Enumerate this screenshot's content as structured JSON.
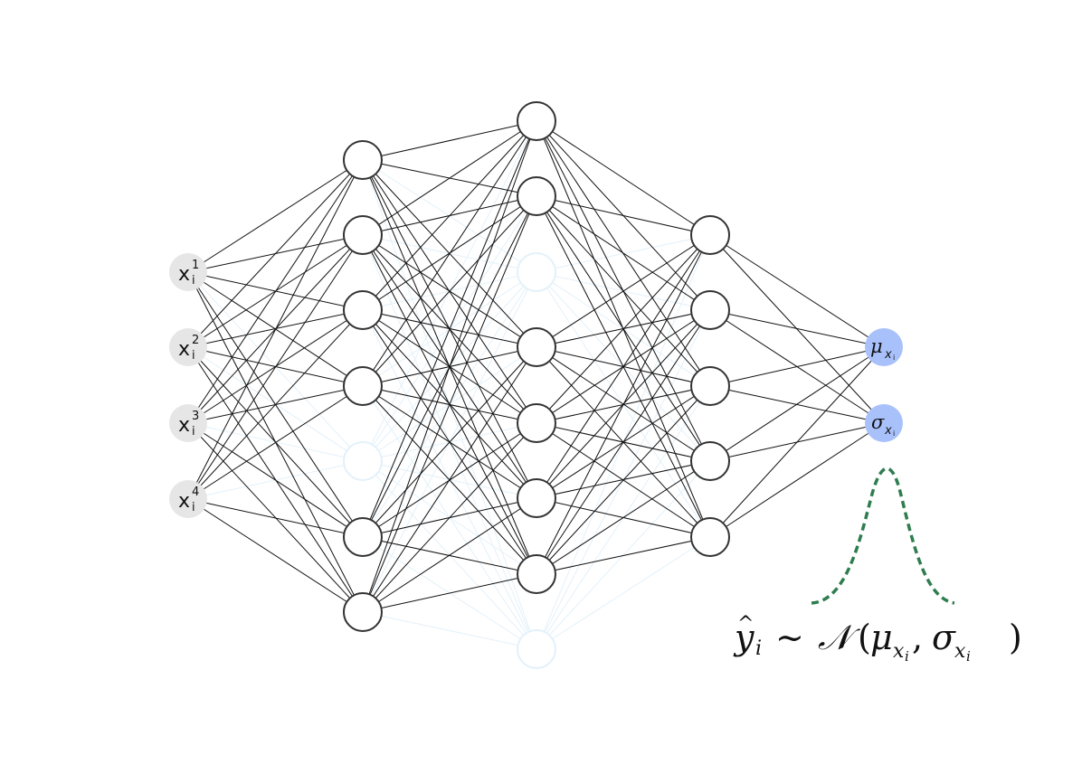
{
  "inputs": [
    {
      "base": "x",
      "sup": "1",
      "sub": "i"
    },
    {
      "base": "x",
      "sup": "2",
      "sub": "i"
    },
    {
      "base": "x",
      "sup": "3",
      "sub": "i"
    },
    {
      "base": "x",
      "sup": "4",
      "sub": "i"
    }
  ],
  "outputs": [
    {
      "symbol": "μ",
      "sub": "x",
      "subsub": "i"
    },
    {
      "symbol": "σ",
      "sub": "x",
      "subsub": "i"
    }
  ],
  "distribution_formula": {
    "lhs_base": "y",
    "lhs_hat": "^",
    "lhs_sub": "i",
    "relation": "∼",
    "dist": "𝒩",
    "open": "(",
    "arg1": "μ",
    "arg1_sub": "x",
    "arg1_subsub": "i",
    "comma": ",",
    "arg2": "σ",
    "arg2_sub": "x",
    "arg2_subsub": "i",
    "close": ")"
  },
  "colors": {
    "input_node": "#e6e6e6",
    "output_node": "#a9c1fb",
    "dropped_node": "#e3f1fa",
    "gaussian_curve": "#2e7d4f"
  },
  "hidden_layers": [
    {
      "units": 7,
      "dropped": [
        4
      ]
    },
    {
      "units": 8,
      "dropped": [
        2,
        7
      ]
    },
    {
      "units": 5,
      "dropped": []
    }
  ]
}
